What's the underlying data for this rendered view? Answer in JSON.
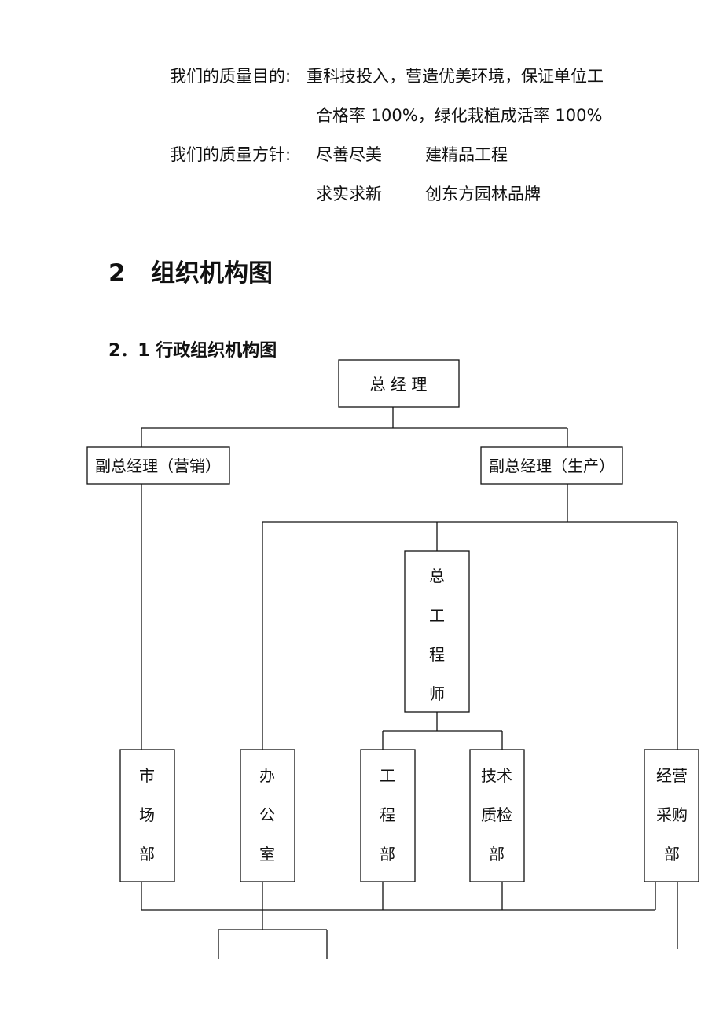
{
  "quality": {
    "goal_label": "我们的质量目的:",
    "goal_line1": "重科技投入，营造优美环境，保证单位工",
    "goal_line2": "合格率 100%，绿化栽植成活率 100%",
    "policy_label": "我们的质量方针:",
    "policy_1a": "尽善尽美",
    "policy_1b": "建精品工程",
    "policy_2a": "求实求新",
    "policy_2b": "创东方园林品牌"
  },
  "section": {
    "number": "2",
    "title": "组织机构图"
  },
  "subsection": {
    "title": "2．1 行政组织机构图"
  },
  "org": {
    "general_manager": "总 经 理",
    "vgm_sales": "副总经理（营销）",
    "vgm_production": "副总经理（生产）",
    "chief_engineer": [
      "总",
      "工",
      "程",
      "师"
    ],
    "dept_market": [
      "市",
      "场",
      "部"
    ],
    "dept_office": [
      "办",
      "公",
      "室"
    ],
    "dept_engineering": [
      "工",
      "程",
      "部"
    ],
    "dept_tech_quality": [
      "技术",
      "质检",
      "部"
    ],
    "dept_procurement": [
      "经营",
      "采购",
      "部"
    ]
  }
}
